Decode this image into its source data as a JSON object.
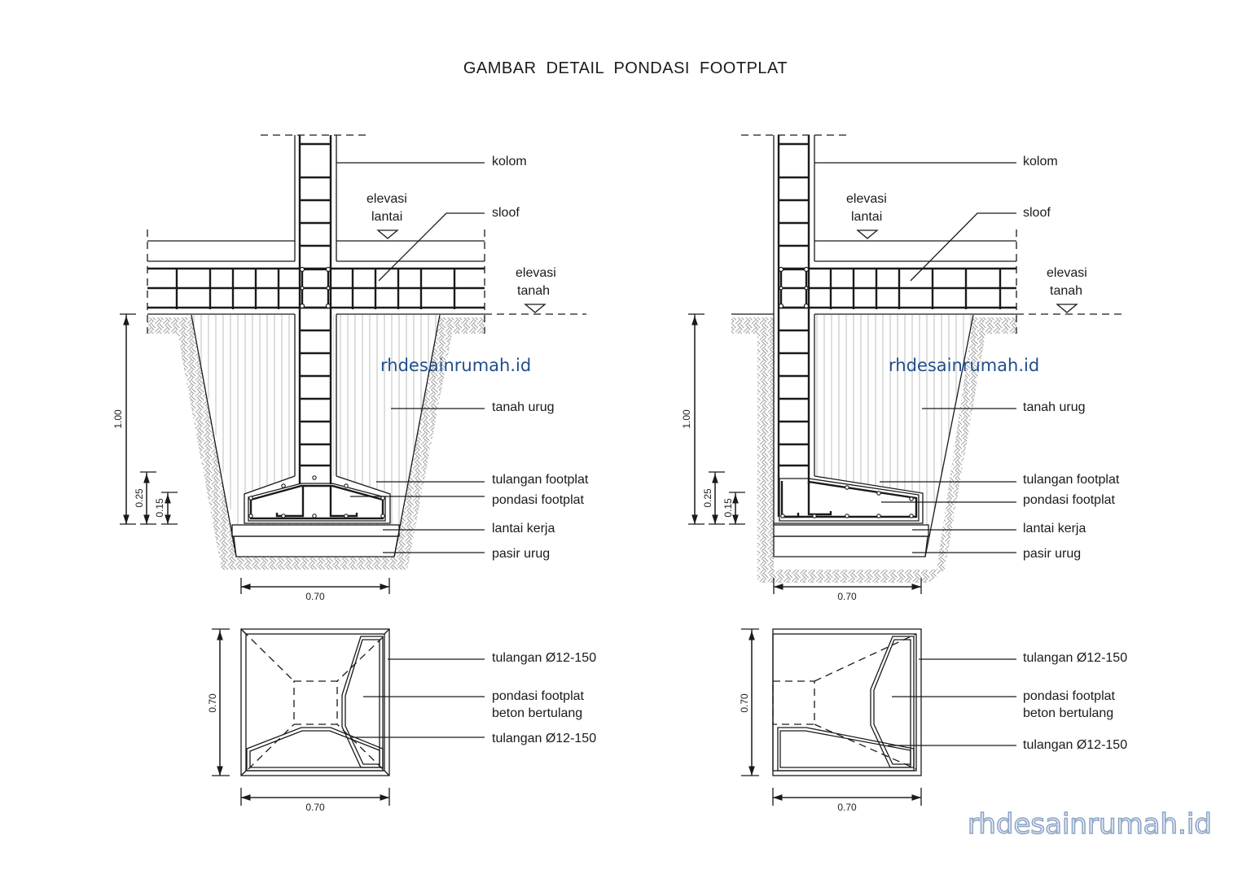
{
  "title": "GAMBAR DETAIL PONDASI FOOTPLAT",
  "watermark": {
    "text": "rhdesainrumah.id",
    "color": "#1f4e8c"
  },
  "watermark_corner": "rhdesainrumah.id",
  "left_section": {
    "labels": {
      "kolom": "kolom",
      "sloof": "sloof",
      "elevasi_lantai_1": "elevasi",
      "elevasi_lantai_2": "lantai",
      "elevasi_tanah_1": "elevasi",
      "elevasi_tanah_2": "tanah",
      "tanah_urug": "tanah urug",
      "tulangan_footplat": "tulangan footplat",
      "pondasi_footplat": "pondasi footplat",
      "lantai_kerja": "lantai kerja",
      "pasir_urug": "pasir urug"
    },
    "dims": {
      "depth": "1.00",
      "h1": "0.25",
      "h2": "0.15",
      "width": "0.70"
    }
  },
  "left_plan": {
    "labels": {
      "tulangan_top": "tulangan Ø12-150",
      "pondasi_1": "pondasi footplat",
      "pondasi_2": "beton bertulang",
      "tulangan_bottom": "tulangan Ø12-150"
    },
    "dims": {
      "height": "0.70",
      "width": "0.70"
    }
  },
  "right_section": {
    "labels": {
      "kolom": "kolom",
      "sloof": "sloof",
      "elevasi_lantai_1": "elevasi",
      "elevasi_lantai_2": "lantai",
      "elevasi_tanah_1": "elevasi",
      "elevasi_tanah_2": "tanah",
      "tanah_urug": "tanah urug",
      "tulangan_footplat": "tulangan footplat",
      "pondasi_footplat": "pondasi footplat",
      "lantai_kerja": "lantai kerja",
      "pasir_urug": "pasir urug"
    },
    "dims": {
      "depth": "1.00",
      "h1": "0.25",
      "h2": "0.15",
      "width": "0.70"
    }
  },
  "right_plan": {
    "labels": {
      "tulangan_top": "tulangan Ø12-150",
      "pondasi_1": "pondasi footplat",
      "pondasi_2": "beton bertulang",
      "tulangan_bottom": "tulangan Ø12-150"
    },
    "dims": {
      "height": "0.70",
      "width": "0.70"
    }
  }
}
